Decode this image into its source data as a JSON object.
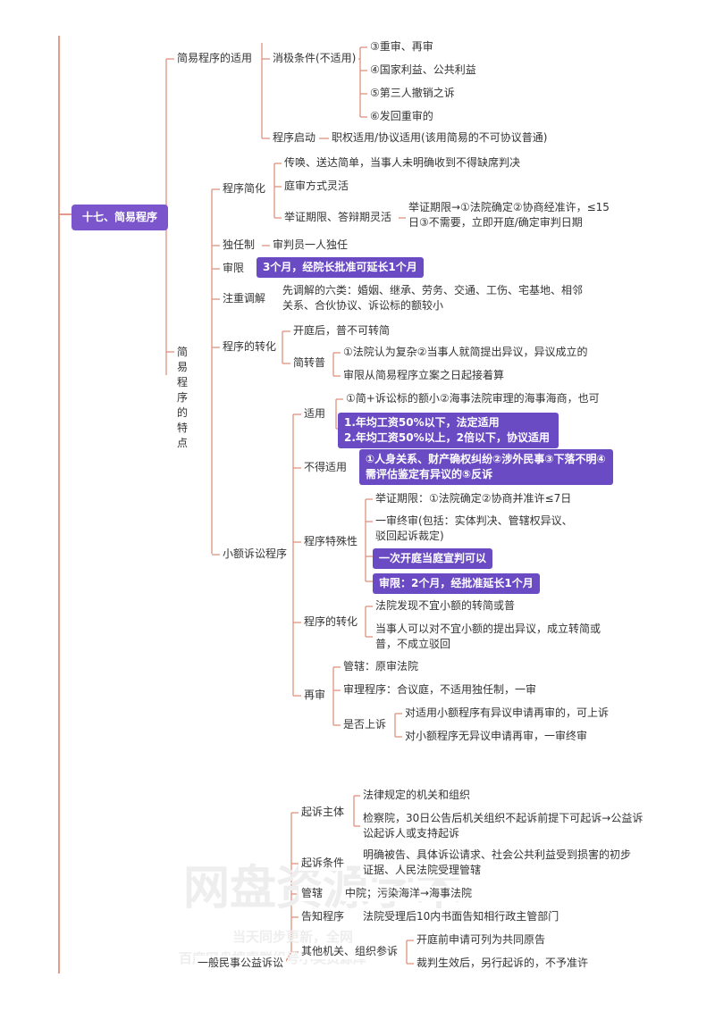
{
  "root": {
    "label": "十七、简易程序"
  },
  "a": {
    "label": "简易程序的适用",
    "negative": {
      "label": "消极条件(不适用)",
      "items": [
        "③重审、再审",
        "④国家利益、公共利益",
        "⑤第三人撤销之诉",
        "⑥发回重审的"
      ]
    },
    "start": {
      "label": "程序启动",
      "value": "职权适用/协议适用(该用简易的不可协议普通)"
    }
  },
  "b": {
    "label": "简易程序的特点",
    "simplify": {
      "label": "程序简化",
      "items": [
        "传唤、送达简单，当事人未明确收到不得缺席判决",
        "庭审方式灵活"
      ],
      "flex": {
        "label": "举证期限、答辩期灵活",
        "value": "举证期限→①法院确定②协商经准许，≤15日③不需要，立即开庭/确定审判日期"
      }
    },
    "sole": {
      "label": "独任制",
      "value": "审判员一人独任"
    },
    "term": {
      "label": "审限",
      "value": "3个月，经院长批准可延长1个月"
    },
    "mediation": {
      "label": "注重调解",
      "value": "先调解的六类：婚姻、继承、劳务、交通、工伤、宅基地、相邻关系、合伙协议、诉讼标的额较小"
    },
    "convert": {
      "label": "程序的转化",
      "c1": "开庭后，普不可转简",
      "sub": {
        "label": "简转普",
        "items": [
          "①法院认为复杂②当事人就简提出异议，异议成立的",
          "审限从简易程序立案之日起接着算"
        ]
      }
    },
    "small": {
      "label": "小额诉讼程序",
      "apply": {
        "label": "适用",
        "i1": "①简+诉讼标的额小②海事法院审理的海事海商，也可",
        "i2": "1.年均工资50%以下，法定适用\n2.年均工资50%以上，2倍以下，协议适用"
      },
      "notapply": {
        "label": "不得适用",
        "value": "①人身关系、财产确权纠纷②涉外民事③下落不明④需评估鉴定有异议的⑤反诉"
      },
      "special": {
        "label": "程序特殊性",
        "items": [
          "举证期限：①法院确定②协商并准许≤7日",
          "一审终审(包括：实体判决、管辖权异议、驳回起诉裁定)"
        ],
        "h1": "一次开庭当庭宣判可以",
        "h2": "审限：2个月，经批准延长1个月"
      },
      "convert": {
        "label": "程序的转化",
        "items": [
          "法院发现不宜小额的转简或普",
          "当事人可以对不宜小额的提出异议，成立转简或普，不成立驳回"
        ]
      },
      "retrial": {
        "label": "再审",
        "items": [
          "管辖：原审法院",
          "审理程序：合议庭，不适用独任制，一审"
        ],
        "appeal": {
          "label": "是否上诉",
          "items": [
            "对适用小额程序有异议申请再审的，可上诉",
            "对小额程序无异议申请再审，一审终审"
          ]
        }
      }
    }
  },
  "c": {
    "label": "一般民事公益诉讼",
    "subject": {
      "label": "起诉主体",
      "items": [
        "法律规定的机关和组织",
        "检察院，30日公告后机关组织不起诉前提下可起诉→公益诉讼起诉人或支持起诉"
      ]
    },
    "cond": {
      "label": "起诉条件",
      "value": "明确被告、具体诉讼请求、社会公共利益受到损害的初步证据、人民法院受理管辖"
    },
    "juris": {
      "label": "管辖",
      "value": "中院；污染海洋→海事法院"
    },
    "notice": {
      "label": "告知程序",
      "value": "法院受理后10内书面告知相行政主管部门"
    },
    "others": {
      "label": "其他机关、组织参诉",
      "items": [
        "开庭前申请可列为共同原告",
        "裁判生效后，另行起诉的，不予准许"
      ]
    }
  },
  "watermark": {
    "big": "网盘资源学术",
    "small": "当天同步更新，全网",
    "small2": "百度网盘搜索群组号小美资源库"
  }
}
